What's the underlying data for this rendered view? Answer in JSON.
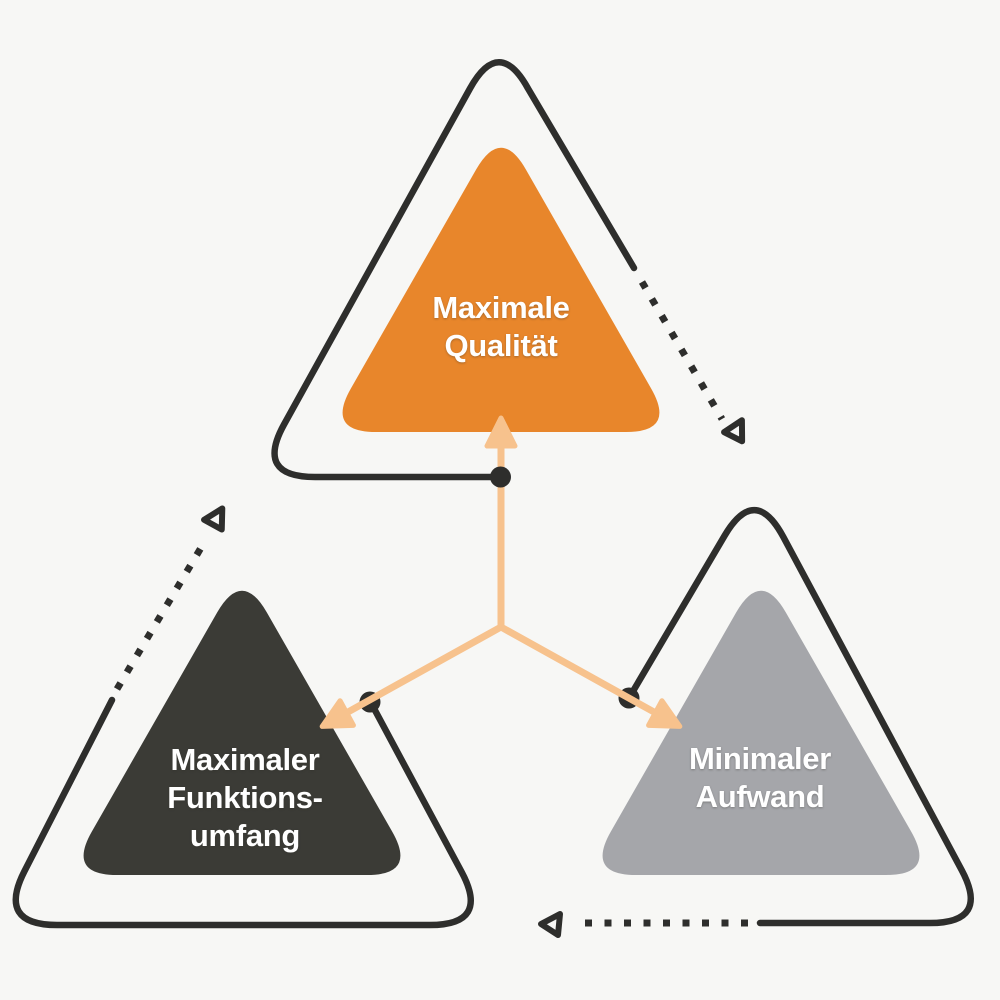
{
  "diagram": {
    "nodes": [
      {
        "id": "quality",
        "label": "Maximale\nQualität",
        "color": "#E8862B"
      },
      {
        "id": "scope",
        "label": "Maximaler\nFunktions-\numfang",
        "color": "#3B3B36"
      },
      {
        "id": "effort",
        "label": "Minimaler\nAufwand",
        "color": "#A5A6AA"
      }
    ],
    "colors": {
      "background": "#F7F7F5",
      "outline": "#2E2E2C",
      "connector": "#F7C28D",
      "label_text": "#FFFFFF"
    }
  }
}
